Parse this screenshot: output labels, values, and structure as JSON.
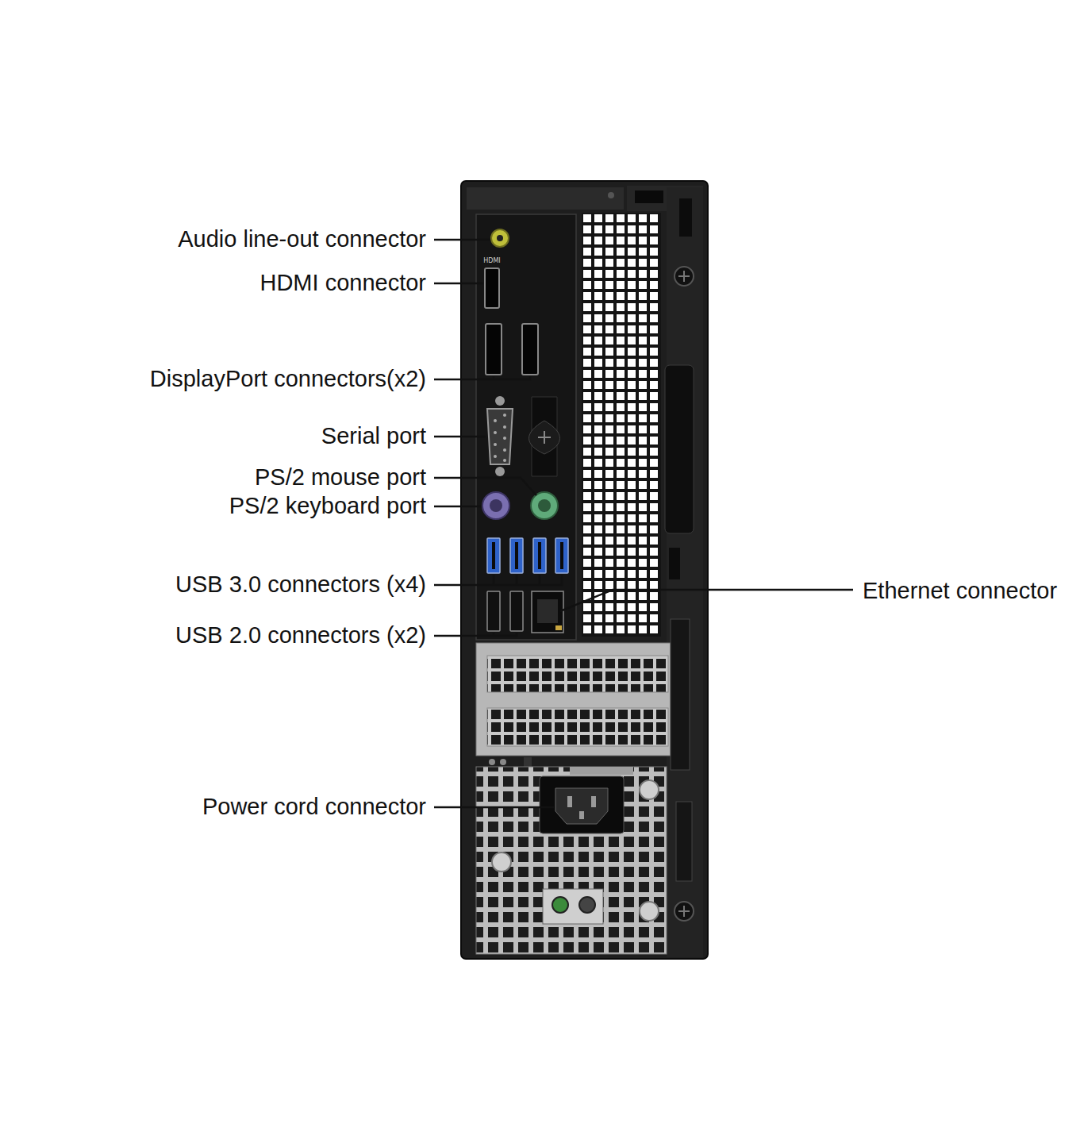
{
  "diagram": {
    "labels": [
      "Audio line-out connector",
      "HDMI",
      "HDMI connector",
      "DisplayPort connectors(x2)",
      "Serial port",
      "PS/2 mouse port",
      "PS/2 keyboard port",
      "USB 3.0 connectors (x4)",
      "Ethernet connector",
      "USB 2.0 connectors (x2)",
      "Power cord connector"
    ]
  }
}
